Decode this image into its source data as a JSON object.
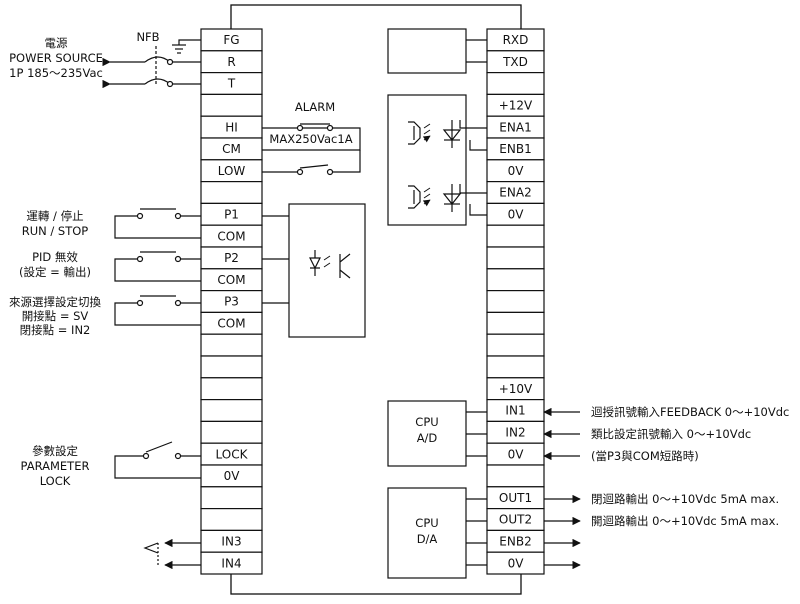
{
  "left_terminals": [
    "FG",
    "R",
    "T",
    "",
    "HI",
    "CM",
    "LOW",
    "",
    "P1",
    "COM",
    "P2",
    "COM",
    "P3",
    "COM",
    "",
    "",
    "",
    "",
    "",
    "LOCK",
    "0V",
    "",
    "",
    "IN3",
    "IN4"
  ],
  "right_terminals": [
    "RXD",
    "TXD",
    "",
    "+12V",
    "ENA1",
    "ENB1",
    "0V",
    "ENA2",
    "0V",
    "",
    "",
    "",
    "",
    "",
    "",
    "",
    "+10V",
    "IN1",
    "IN2",
    "0V",
    "",
    "OUT1",
    "OUT2",
    "ENB2",
    "0V"
  ],
  "labels": {
    "nfb": "NFB",
    "power_l1": "電源",
    "power_l2": "POWER SOURCE",
    "power_l3": "1P 185～235Vac",
    "alarm": "ALARM",
    "alarm_rating": "MAX250Vac1A",
    "run_l1": "運轉 / 停止",
    "run_l2": "RUN / STOP",
    "pid_l1": "PID 無效",
    "pid_l2": "(設定 = 輸出)",
    "src_l1": "來源選擇設定切換",
    "src_l2": "開接點 = SV",
    "src_l3": "閉接點 = IN2",
    "param_l1": "參數設定",
    "param_l2": "PARAMETER",
    "param_l3": "LOCK",
    "cpu_ad_l1": "CPU",
    "cpu_ad_l2": "A/D",
    "cpu_da_l1": "CPU",
    "cpu_da_l2": "D/A",
    "in1_desc": "迴授訊號輸入FEEDBACK 0～+10Vdc",
    "in2_desc": "類比設定訊號輸入 0～+10Vdc",
    "in2_note": "(當P3與COM短路時)",
    "out1_desc": "閉迴路輸出 0～+10Vdc 5mA max.",
    "out2_desc": "開迴路輸出 0～+10Vdc 5mA max."
  }
}
